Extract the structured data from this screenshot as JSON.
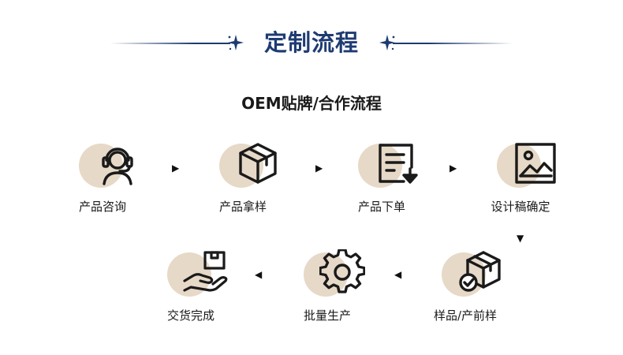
{
  "header": {
    "title": "定制流程"
  },
  "subtitle": "OEM贴牌/合作流程",
  "steps": [
    {
      "label": "产品咨询",
      "icon": "customer-service-headset-icon"
    },
    {
      "label": "产品拿样",
      "icon": "package-box-icon"
    },
    {
      "label": "产品下单",
      "icon": "order-document-download-icon"
    },
    {
      "label": "设计稿确定",
      "icon": "image-picture-icon"
    },
    {
      "label": "样品/产前样",
      "icon": "box-checkmark-icon"
    },
    {
      "label": "批量生产",
      "icon": "gear-icon"
    },
    {
      "label": "交货完成",
      "icon": "hand-delivering-box-icon"
    }
  ],
  "colors": {
    "title_blue": "#1e3b72",
    "accent_beige": "#e7d9c7",
    "highlight_beige": "#e8dccd",
    "icon_stroke": "#1a1a1a"
  }
}
